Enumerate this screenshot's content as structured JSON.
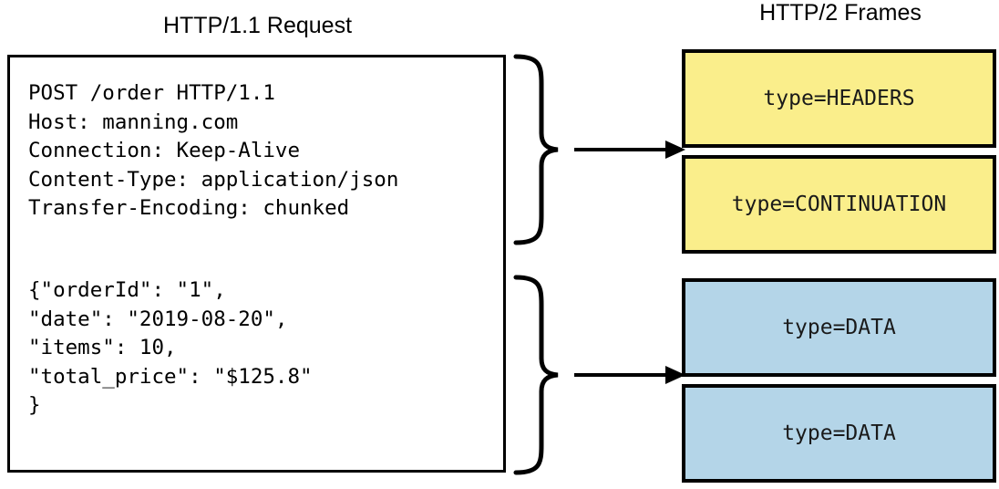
{
  "diagram": {
    "left_title": "HTTP/1.1 Request",
    "right_title": "HTTP/2 Frames"
  },
  "request": {
    "headers_text": "POST /order HTTP/1.1\nHost: manning.com\nConnection: Keep-Alive\nContent-Type: application/json\nTransfer-Encoding: chunked",
    "body_text": "{\"orderId\": \"1\",\n\"date\": \"2019-08-20\",\n\"items\": 10,\n\"total_price\": \"$125.8\"\n}"
  },
  "frames": [
    {
      "label": "type=HEADERS",
      "fill": "#FAEE8B",
      "group": "headers"
    },
    {
      "label": "type=CONTINUATION",
      "fill": "#FAEE8B",
      "group": "headers"
    },
    {
      "label": "type=DATA",
      "fill": "#B4D5E8",
      "group": "body"
    },
    {
      "label": "type=DATA",
      "fill": "#B4D5E8",
      "group": "body"
    }
  ],
  "colors": {
    "headers_frame_fill": "#FAEE8B",
    "data_frame_fill": "#B4D5E8",
    "stroke": "#000000",
    "background": "#FFFFFF"
  }
}
